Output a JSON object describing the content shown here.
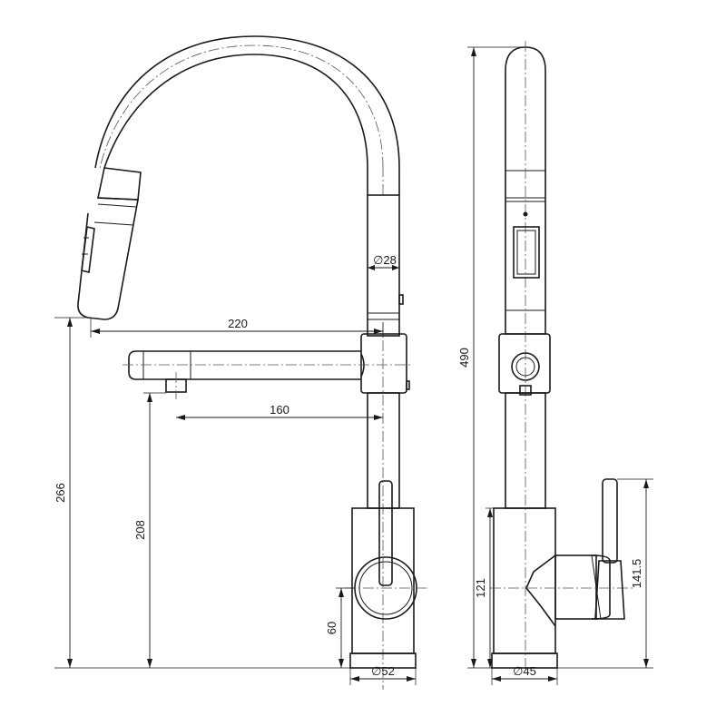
{
  "dimensions": {
    "spout_reach": "220",
    "arm_reach": "160",
    "base_height_total": "266",
    "arm_height": "208",
    "lever_height": "60",
    "base_diameter_front": "∅52",
    "body_diameter": "∅28",
    "total_height": "490",
    "body_height": "121",
    "handle_height": "141.5",
    "base_diameter_side": "∅45"
  }
}
